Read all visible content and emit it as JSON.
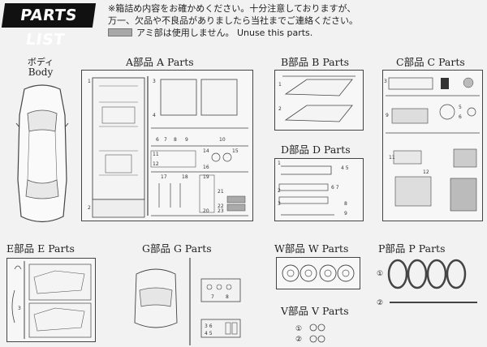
{
  "header": {
    "title": "PARTS LIST",
    "note_line1": "※箱詰め内容をお確かめください。十分注意しておりますが、",
    "note_line2": "万一、欠品や不良品がありましたら当社までご連絡ください。",
    "note_line3": "アミ部は使用しません。 Unuse this parts."
  },
  "body": {
    "label_jp": "ボディ",
    "label_en": "Body"
  },
  "groups": {
    "A": {
      "label": "A部品  A  Parts"
    },
    "B": {
      "label": "B部品  B  Parts"
    },
    "C": {
      "label": "C部品  C  Parts"
    },
    "D": {
      "label": "D部品  D  Parts"
    },
    "E": {
      "label": "E部品  E  Parts"
    },
    "G": {
      "label": "G部品  G  Parts"
    },
    "W": {
      "label": "W部品  W  Parts"
    },
    "P": {
      "label": "P部品  P  Parts"
    },
    "V": {
      "label": "V部品  V  Parts"
    }
  },
  "markers": {
    "p1": "①",
    "p2": "②",
    "v1": "①",
    "v2": "②"
  },
  "colors": {
    "background": "#f2f2f2",
    "line": "#444444",
    "unused": "#a8a8a8"
  }
}
